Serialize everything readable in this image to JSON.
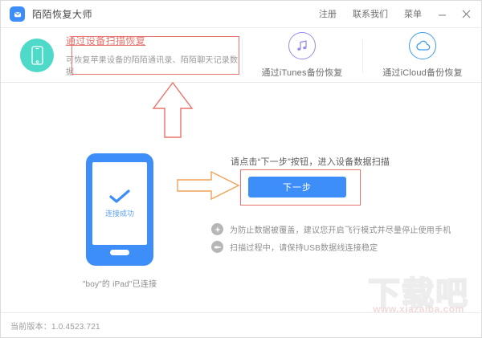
{
  "window": {
    "title": "陌陌恢复大师",
    "logo_icon": "momo-logo-icon",
    "menus": [
      {
        "label": "注册",
        "name": "register"
      },
      {
        "label": "联系我们",
        "name": "contact-us"
      },
      {
        "label": "菜单",
        "name": "menu"
      }
    ],
    "minimize_icon": "minimize-icon",
    "close_icon": "close-icon"
  },
  "tabs": [
    {
      "name": "device-scan-recovery",
      "title": "通过设备扫描恢复",
      "subtitle": "可恢复苹果设备的陌陌通讯录、陌陌聊天记录数据",
      "icon": "phone-icon",
      "accent": "#4fd9c9",
      "active": true
    },
    {
      "name": "itunes-backup-recovery",
      "label": "通过iTunes备份恢复",
      "icon": "music-note-icon",
      "accent": "#9a8ce8",
      "active": false
    },
    {
      "name": "icloud-backup-recovery",
      "label": "通过iCloud备份恢复",
      "icon": "cloud-icon",
      "accent": "#3d9cf0",
      "active": false
    }
  ],
  "device": {
    "status_text": "连接成功",
    "check_icon": "checkmark-icon",
    "caption": "\"boy\"的 iPad\"已连接",
    "phone_color": "#3d8ef8"
  },
  "main": {
    "instruction": "请点击“下一步”按钮，进入设备数据扫描",
    "next_button": "下一步",
    "button_color": "#3d8ef8"
  },
  "tips": [
    {
      "icon": "airplane-icon",
      "text": "为防止数据被覆盖，建议您开启飞行模式并尽量停止使用手机"
    },
    {
      "icon": "usb-cable-icon",
      "text": "扫描过程中，请保持USB数据线连接稳定"
    }
  ],
  "annotations": {
    "up_arrow": "red-up-arrow",
    "right_arrow": "orange-right-arrow",
    "highlight_color": "#e8736c",
    "arrow_color": "#f0a35a"
  },
  "footer": {
    "version": "当前版本：1.0.4523.721"
  },
  "watermark": {
    "main": "下载吧",
    "sub": "www.xiazaiba.com"
  }
}
